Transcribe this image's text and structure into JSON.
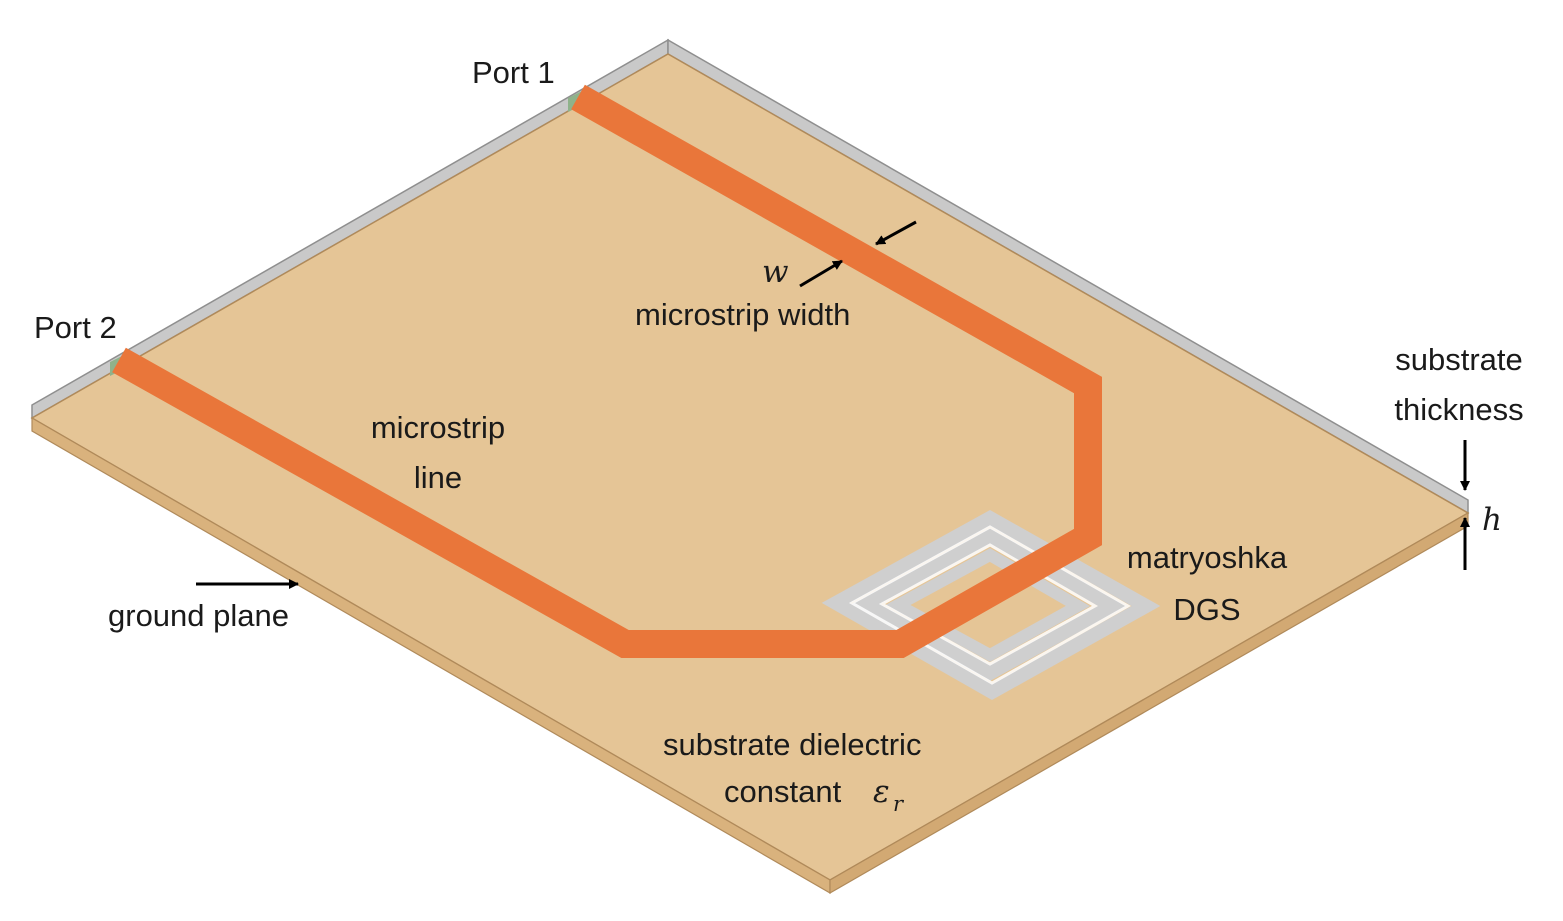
{
  "labels": {
    "port1": "Port 1",
    "port2": "Port 2",
    "width_symbol": "w",
    "width_caption": "microstrip width",
    "line_caption_1": "microstrip",
    "line_caption_2": "line",
    "thickness_caption_1": "substrate",
    "thickness_caption_2": "thickness",
    "thickness_symbol": "h",
    "dgs_caption_1": "matryoshka",
    "dgs_caption_2": "DGS",
    "ground_caption": "ground plane",
    "dielectric_caption_1": "substrate dielectric",
    "dielectric_caption_2": "constant",
    "eps_symbol": "ε",
    "eps_subscript": "r"
  },
  "colors": {
    "substrate_top": "#e5c596",
    "substrate_side": "#d9b27d",
    "substrate_edge": "#b08a5a",
    "ground_plane": "#c9c9c9",
    "ground_edge": "#8f8f8f",
    "microstrip": "#e9763a",
    "dgs_slot": "#cfcfcf",
    "port_marker": "#8fb28a",
    "arrow": "#000000"
  }
}
